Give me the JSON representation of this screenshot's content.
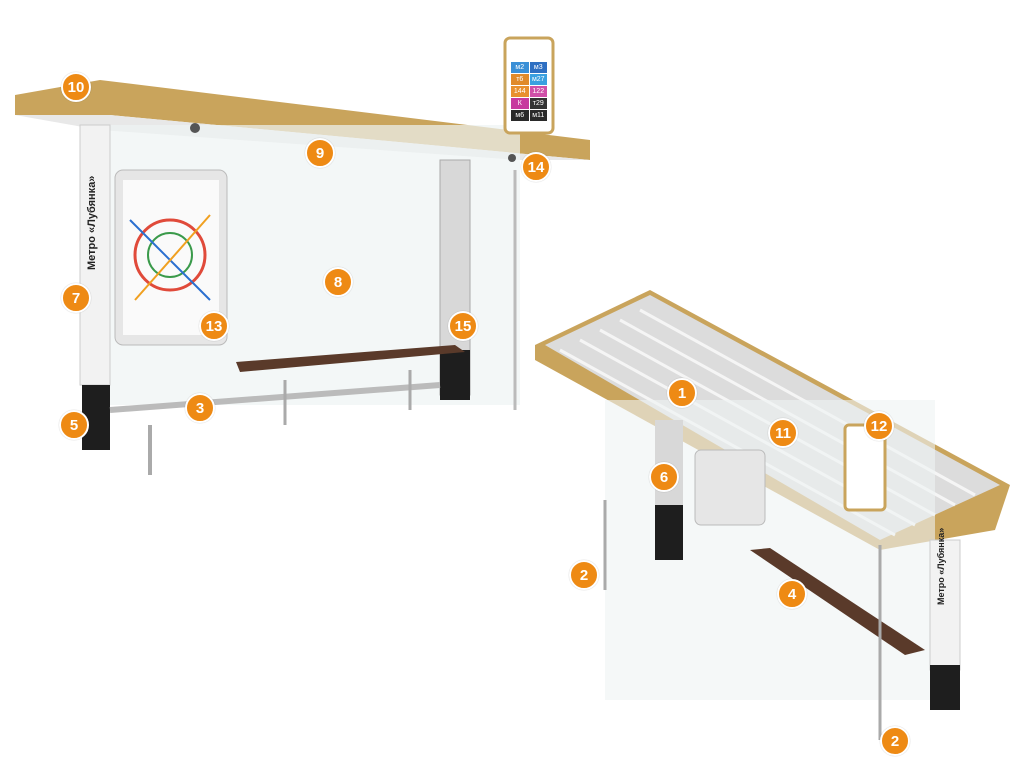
{
  "station_name": "Метро «Лубянка»",
  "sign_routes": [
    {
      "label": "м2",
      "color": "#3a8fd6"
    },
    {
      "label": "м3",
      "color": "#2e6fc2"
    },
    {
      "label": "т6",
      "color": "#e08a2a"
    },
    {
      "label": "м27",
      "color": "#3aa0e0"
    },
    {
      "label": "144",
      "color": "#e8902e"
    },
    {
      "label": "122",
      "color": "#d04fa8"
    },
    {
      "label": "К",
      "color": "#c73a9e"
    },
    {
      "label": "т29",
      "color": "#333333"
    },
    {
      "label": "м6",
      "color": "#2a2a2a"
    },
    {
      "label": "м11",
      "color": "#2a2a2a"
    }
  ],
  "callouts": [
    "1",
    "2",
    "2",
    "3",
    "4",
    "5",
    "6",
    "7",
    "8",
    "9",
    "10",
    "11",
    "12",
    "13",
    "14",
    "15"
  ],
  "colors": {
    "accent": "#ee8a14",
    "roof": "#c9a45c",
    "bench": "#5a3a2a"
  }
}
